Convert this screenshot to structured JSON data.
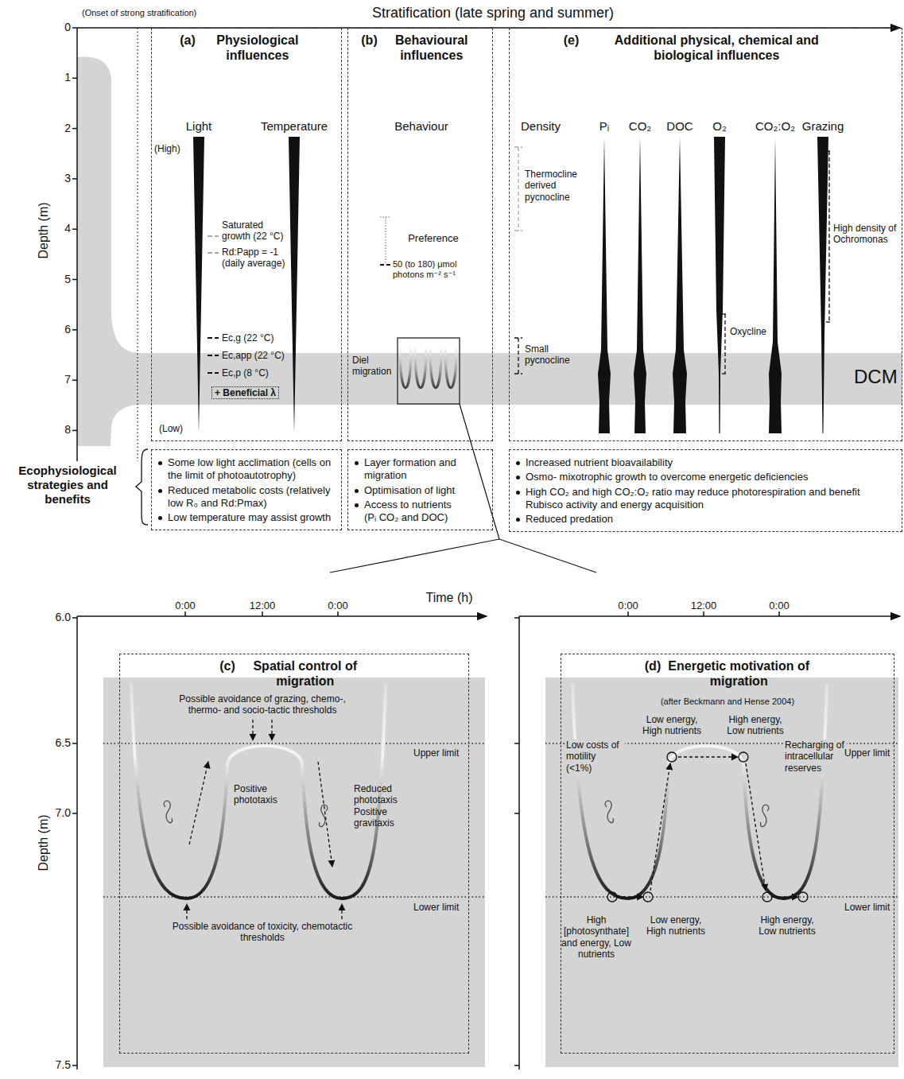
{
  "diagram": {
    "title": "Stratification (late spring and summer)",
    "nodes": [
      {
        "text": [
          "(a)",
          "Physiological influences"
        ]
      },
      {
        "text": [
          "(b)",
          "Behavioural influences"
        ]
      },
      {
        "text": [
          "(e)",
          "Additional physical, chemical and biological influences"
        ]
      },
      {
        "text": [
          "Some low light acclimation (cells on the limit of photoautotrophy)",
          "Reduced metabolic costs (relatively low R₀ and Rd:Pmax)",
          "Low temperature may assist growth"
        ]
      },
      {
        "text": [
          "Layer formation and migration",
          "Optimisation of light",
          "Access to nutrients (Pᵢ CO₂ and DOC)"
        ]
      },
      {
        "text": [
          "Increased nutrient bioavailability",
          "Osmo- mixotrophic growth to overcome energetic deficiencies",
          "High CO₂ and high CO₂:O₂ ratio may reduce photorespiration and benefit Rubisco activity and energy acquisition",
          "Reduced predation"
        ]
      },
      {
        "text": [
          "(c)",
          "Spatial control of migration"
        ]
      },
      {
        "text": [
          "(d)",
          "Energetic motivation of migration"
        ]
      }
    ],
    "labels": [
      "(Onset of strong stratification)",
      "0",
      "1",
      "2",
      "3",
      "4",
      "5",
      "6",
      "7",
      "8",
      "Depth (m)",
      "Light",
      "Temperature",
      "(High)",
      "(Low)",
      "Saturated growth (22 °C)",
      "Rd:Papp = -1 (daily average)",
      "Ec,g (22 °C)",
      "Ec,app (22 °C)",
      "Ec,p (8 °C)",
      "+ Beneficial λ",
      "Ecophysiological strategies and benefits",
      "Behaviour",
      "Preference",
      "50 (to 180) μmol photons m⁻² s⁻¹",
      "Diel migration",
      "Density",
      "Pᵢ",
      "CO₂",
      "DOC",
      "O₂",
      "CO₂:O₂",
      "Grazing",
      "Thermocline derived pycnocline",
      "High density of Ochromonas",
      "Small pycnocline",
      "Oxycline",
      "DCM",
      "Time (h)",
      "0:00",
      "12:00",
      "0:00",
      "0:00",
      "12:00",
      "0:00",
      "6.0",
      "6.5",
      "7.0",
      "7.5",
      "Depth (m)",
      "Possible avoidance of grazing, chemo-, thermo- and socio-tactic thresholds",
      "Upper limit",
      "Positive phototaxis",
      "Reduced phototaxis Positive gravitaxis",
      "Lower limit",
      "Possible avoidance of toxicity, chemotactic thresholds",
      "(after Beckmann and Hense 2004)",
      "Low energy, High nutrients",
      "High energy, Low nutrients",
      "Low costs of motility (<1%)",
      "Recharging of intracellular reserves",
      "Upper limit",
      "High [photosynthate] and energy, Low nutrients",
      "Low energy, High nutrients",
      "High energy, Low nutrients",
      "Lower limit"
    ]
  }
}
